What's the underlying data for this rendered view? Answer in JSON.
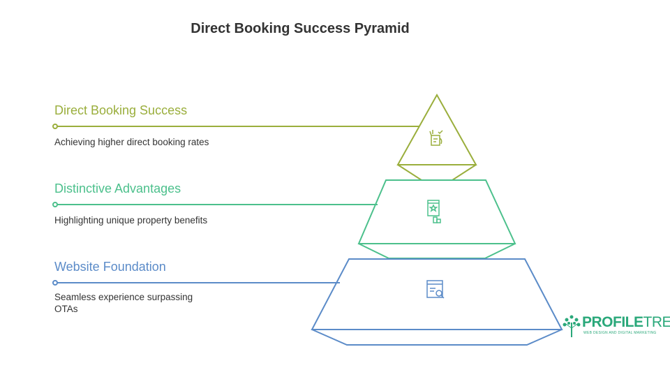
{
  "title": "Direct Booking Success Pyramid",
  "colors": {
    "level1": "#9aae3c",
    "level2": "#4cc08c",
    "level3": "#5b8bc8"
  },
  "levels": [
    {
      "heading": "Direct Booking Success",
      "description": "Achieving higher direct booking rates",
      "icon": "checklist-hand-icon"
    },
    {
      "heading": "Distinctive Advantages",
      "description": "Highlighting unique property benefits",
      "icon": "award-podium-icon"
    },
    {
      "heading": "Website Foundation",
      "description": "Seamless experience surpassing OTAs",
      "icon": "web-search-icon"
    }
  ],
  "logo": {
    "name_bold": "PROFILE",
    "name_light": "TREE",
    "tagline": "WEB DESIGN AND DIGITAL MARKETING"
  }
}
